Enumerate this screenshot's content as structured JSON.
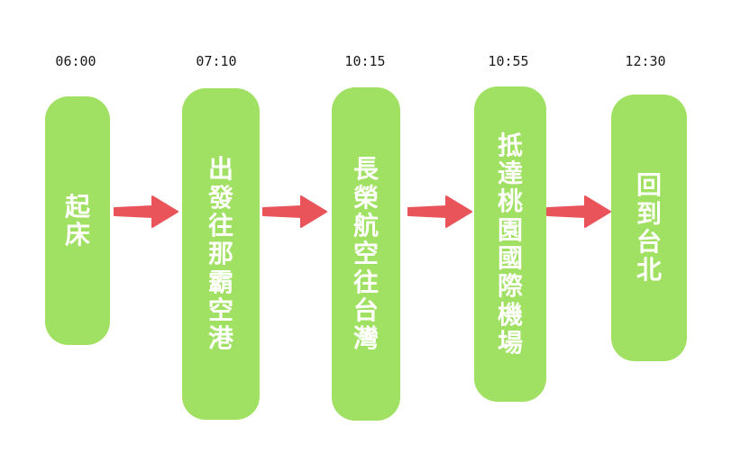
{
  "colors": {
    "box_fill": "#A0E062",
    "arrow": "#E8545A",
    "label_text": "#FFFFFF",
    "time_text": "#1A1A1A"
  },
  "steps": [
    {
      "time": "06:00",
      "label": "起床"
    },
    {
      "time": "07:10",
      "label": "出發往那霸空港"
    },
    {
      "time": "10:15",
      "label": "長榮航空往台灣"
    },
    {
      "time": "10:55",
      "label": "抵達桃園國際機場"
    },
    {
      "time": "12:30",
      "label": "回到台北"
    }
  ]
}
